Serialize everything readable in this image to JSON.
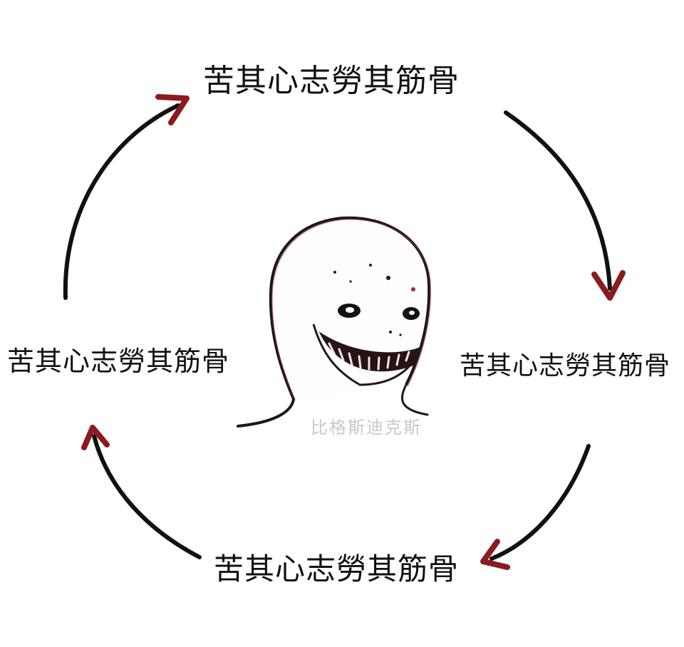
{
  "captions": {
    "top": "苦其心志勞其筋骨",
    "right": "苦其心志勞其筋骨",
    "bottom": "苦其心志勞其筋骨",
    "left": "苦其心志勞其筋骨"
  },
  "watermark": "比格斯迪克斯",
  "colors": {
    "arrow_line": "#111111",
    "arrow_head": "#8b1a1f",
    "face_outline": "#1a1a1a",
    "face_tint": "#9b2a33"
  },
  "icons": {
    "center": "wojak-grin-face"
  }
}
